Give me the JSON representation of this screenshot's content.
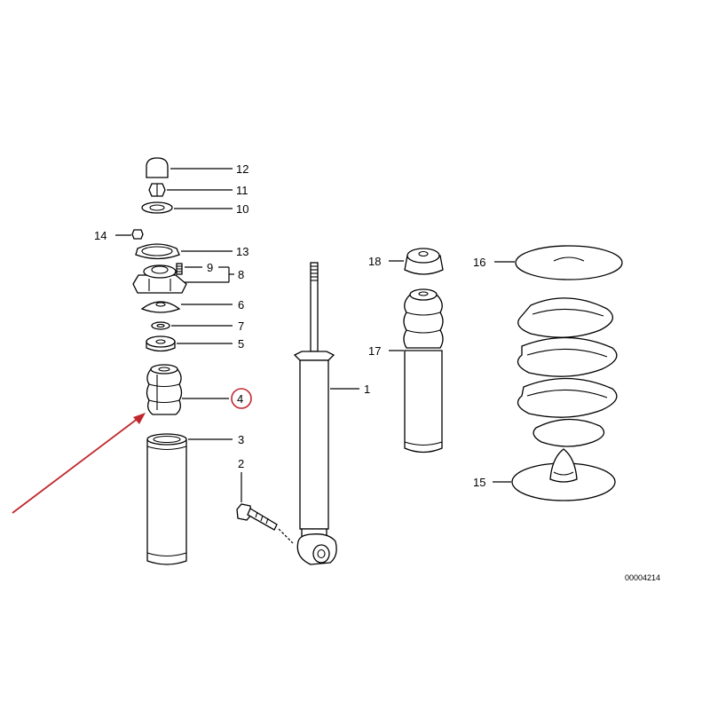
{
  "diagram": {
    "reference_code": "00004214",
    "highlight_color": "#c0282d",
    "callouts": {
      "c1": "1",
      "c2": "2",
      "c3": "3",
      "c4": "4",
      "c5": "5",
      "c6": "6",
      "c7": "7",
      "c8": "8",
      "c9": "9",
      "c10": "10",
      "c11": "11",
      "c12": "12",
      "c13": "13",
      "c14": "14",
      "c15": "15",
      "c16": "16",
      "c17": "17",
      "c18": "18"
    },
    "highlighted_callout": "4"
  }
}
